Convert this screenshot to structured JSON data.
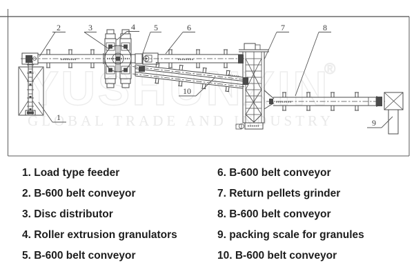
{
  "colors": {
    "bg": "#ffffff",
    "line": "#4a4a4a",
    "frame": "#8f8f8f",
    "callout": "#3d3d3d",
    "legend_text": "#1d1d1d",
    "watermark_outline": "#ececec",
    "watermark_fill": "#e9e9e9"
  },
  "diagram": {
    "callouts": [
      "1",
      "2",
      "3",
      "4",
      "5",
      "6",
      "7",
      "8",
      "9",
      "10"
    ],
    "watermark": {
      "brand": "YUSHUNXIN",
      "registered": "®",
      "tagline": "GLOBAL TRADE AND INDUSTRY"
    }
  },
  "legend": {
    "left": [
      "1. Load type feeder",
      "2. B-600 belt conveyor",
      "3. Disc distributor",
      "4. Roller extrusion granulators",
      "5. B-600 belt conveyor"
    ],
    "right": [
      "6. B-600 belt conveyor",
      "7. Return pellets grinder",
      "8. B-600 belt conveyor",
      "9. packing scale for granules",
      "10. B-600 belt conveyor"
    ]
  }
}
